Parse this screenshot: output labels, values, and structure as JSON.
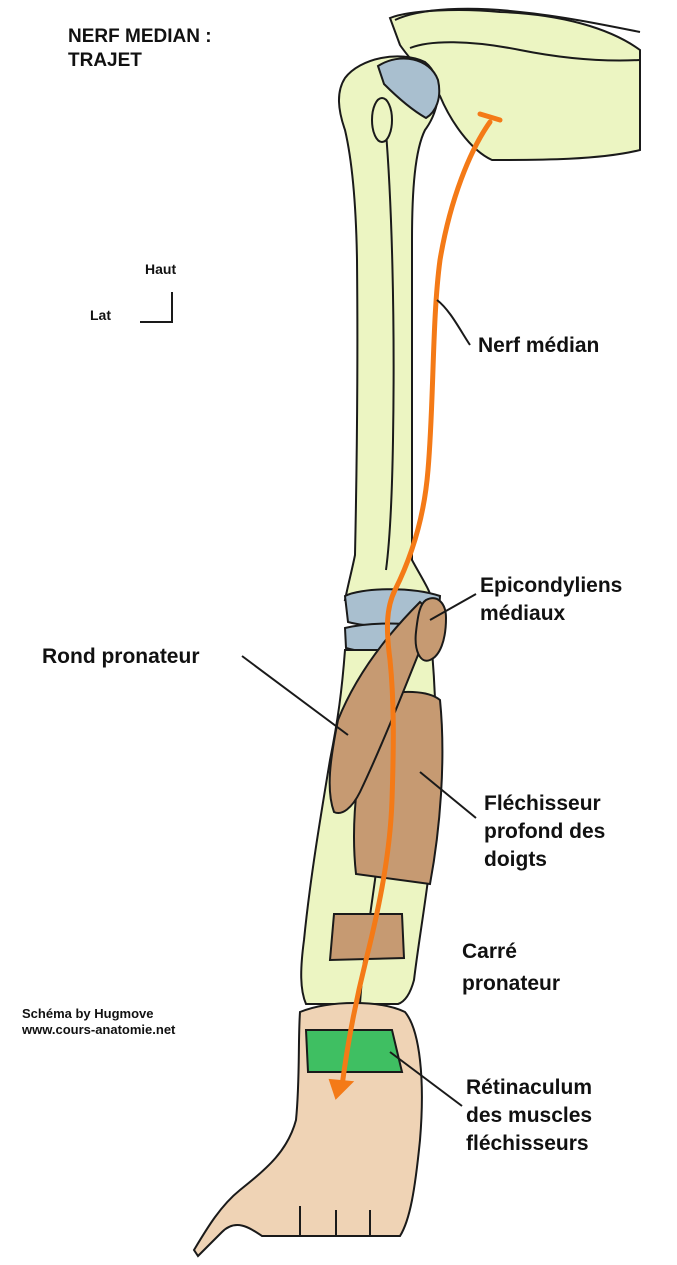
{
  "title": {
    "line1": "NERF MEDIAN :",
    "line2": "TRAJET"
  },
  "orientation": {
    "up": "Haut",
    "lateral": "Lat"
  },
  "labels": {
    "nerve": "Nerf médian",
    "epicondyliens_1": "Epicondyliens",
    "epicondyliens_2": "médiaux",
    "rond_pronateur": "Rond pronateur",
    "flechisseur_1": "Fléchisseur",
    "flechisseur_2": "profond des",
    "flechisseur_3": "doigts",
    "carre_1": "Carré",
    "carre_2": "pronateur",
    "retinaculum_1": "Rétinaculum",
    "retinaculum_2": "des muscles",
    "retinaculum_3": "fléchisseurs"
  },
  "credit": {
    "line1": "Schéma by Hugmove",
    "line2": "www.cours-anatomie.net"
  },
  "colors": {
    "bone": "#ecf5c2",
    "cartilage": "#a9bfcf",
    "muscle": "#c69a72",
    "skin": "#efd3b5",
    "retinaculum": "#3fbf62",
    "nerve": "#f47a17",
    "outline": "#1a1a1a"
  }
}
